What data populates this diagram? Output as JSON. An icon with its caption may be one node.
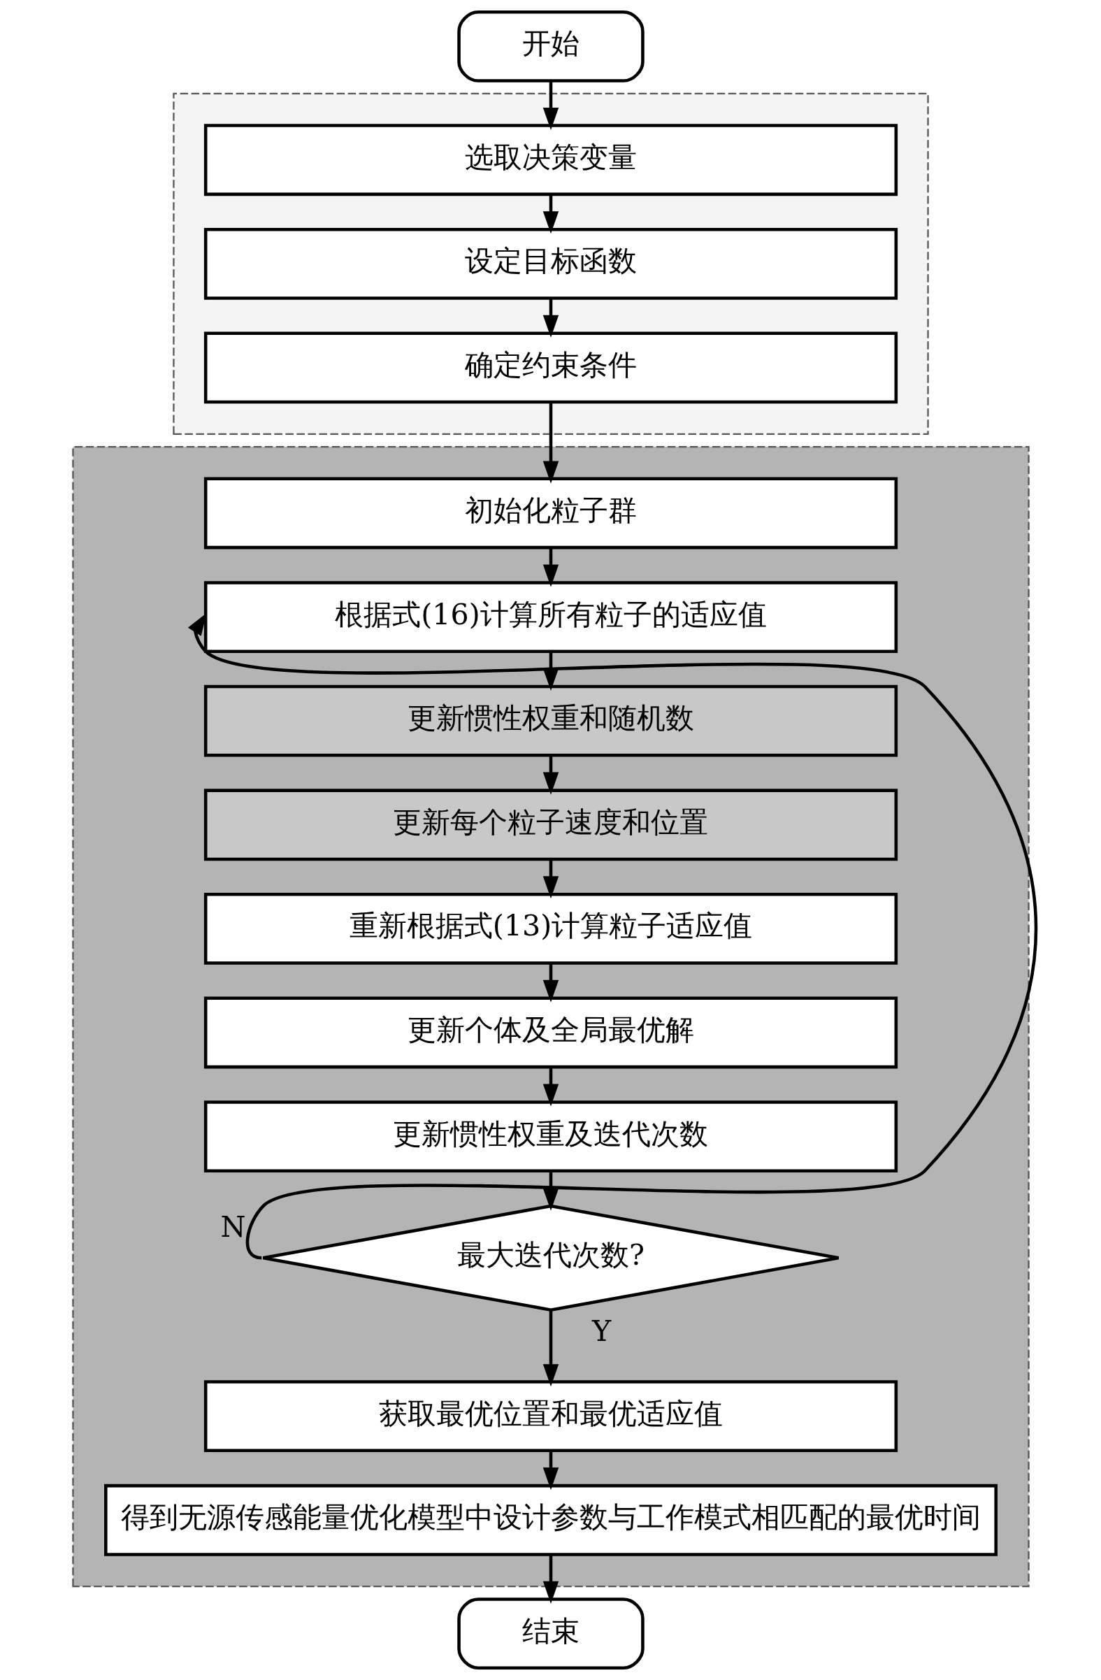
{
  "diagram": {
    "nodes": [
      {
        "text": [
          "开始"
        ]
      },
      {
        "text": [],
        "shape": "box"
      },
      {
        "text": [
          "选取决策变量"
        ],
        "in": 1
      },
      {
        "text": [
          "设定目标函数"
        ],
        "in": 1
      },
      {
        "text": [
          "确定约束条件"
        ],
        "in": 1
      },
      {
        "text": [],
        "shape": "box"
      },
      {
        "text": [
          "初始化粒子群"
        ],
        "in": 5
      },
      {
        "text": [
          "根据式(16)计算所有粒子的适应值"
        ],
        "in": 5
      },
      {
        "text": [
          "更新惯性权重和随机数"
        ],
        "in": 5
      },
      {
        "text": [
          "更新每个粒子速度和位置"
        ],
        "in": 5
      },
      {
        "text": [
          "重新根据式(13)计算粒子适应值"
        ],
        "in": 5
      },
      {
        "text": [
          "更新个体及全局最优解"
        ],
        "in": 5
      },
      {
        "text": [
          "更新惯性权重及迭代次数"
        ],
        "in": 5
      },
      {
        "text": [
          "最大迭代次数?"
        ],
        "in": 5
      },
      {
        "text": [
          "获取最优位置和最优适应值"
        ],
        "in": 5
      },
      {
        "text": [
          "得到无源传感能量优化模型中设计参数与工作模式相匹配的最优时间"
        ],
        "in": 5
      },
      {
        "text": [
          "结束"
        ]
      }
    ],
    "edges": [
      {
        "from": 0,
        "to": 2,
        "arrow": "to"
      },
      {
        "from": 2,
        "to": 3,
        "arrow": "to"
      },
      {
        "from": 3,
        "to": 4,
        "arrow": "to"
      },
      {
        "from": 4,
        "to": 6,
        "arrow": "to"
      },
      {
        "from": 6,
        "to": 7,
        "arrow": "to"
      },
      {
        "from": 7,
        "to": 8,
        "arrow": "to"
      },
      {
        "from": 8,
        "to": 9,
        "arrow": "to"
      },
      {
        "from": 9,
        "to": 10,
        "arrow": "to"
      },
      {
        "from": 10,
        "to": 11,
        "arrow": "to"
      },
      {
        "from": 11,
        "to": 12,
        "arrow": "to"
      },
      {
        "from": 12,
        "to": 13,
        "arrow": "to"
      },
      {
        "from": 13,
        "to": 7,
        "arrow": "to",
        "label": "N"
      },
      {
        "from": 13,
        "to": 14,
        "arrow": "to",
        "label": "Y"
      },
      {
        "from": 14,
        "to": 15,
        "arrow": "to"
      },
      {
        "from": 15,
        "to": 16,
        "arrow": "to"
      }
    ]
  }
}
